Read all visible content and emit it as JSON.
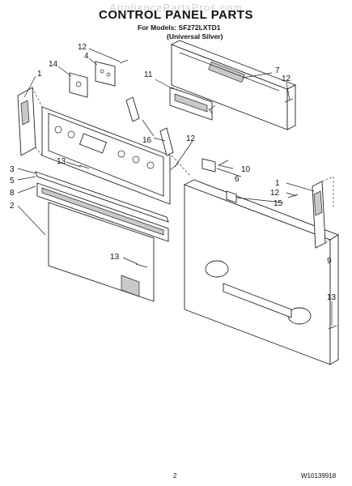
{
  "watermark": "AppliancePartsPros.com",
  "header": {
    "title": "CONTROL PANEL PARTS",
    "models_line": "For Models: SF272LXTD1",
    "finish_line": "(Universal Silver)"
  },
  "callouts": {
    "c1_left": "1",
    "c1_right": "1",
    "c2": "2",
    "c3": "3",
    "c4": "4",
    "c5": "5",
    "c6": "6",
    "c7": "7",
    "c8": "8",
    "c9": "9",
    "c10": "10",
    "c11": "11",
    "c12_top": "12",
    "c12_right": "12",
    "c12_mid": "12",
    "c12_bracket": "12",
    "c13_top": "13",
    "c13_bottom": "13",
    "c13_right": "13",
    "c14": "14",
    "c15": "15",
    "c16": "16"
  },
  "footer": {
    "page_number": "2",
    "doc_number": "W10139918"
  }
}
